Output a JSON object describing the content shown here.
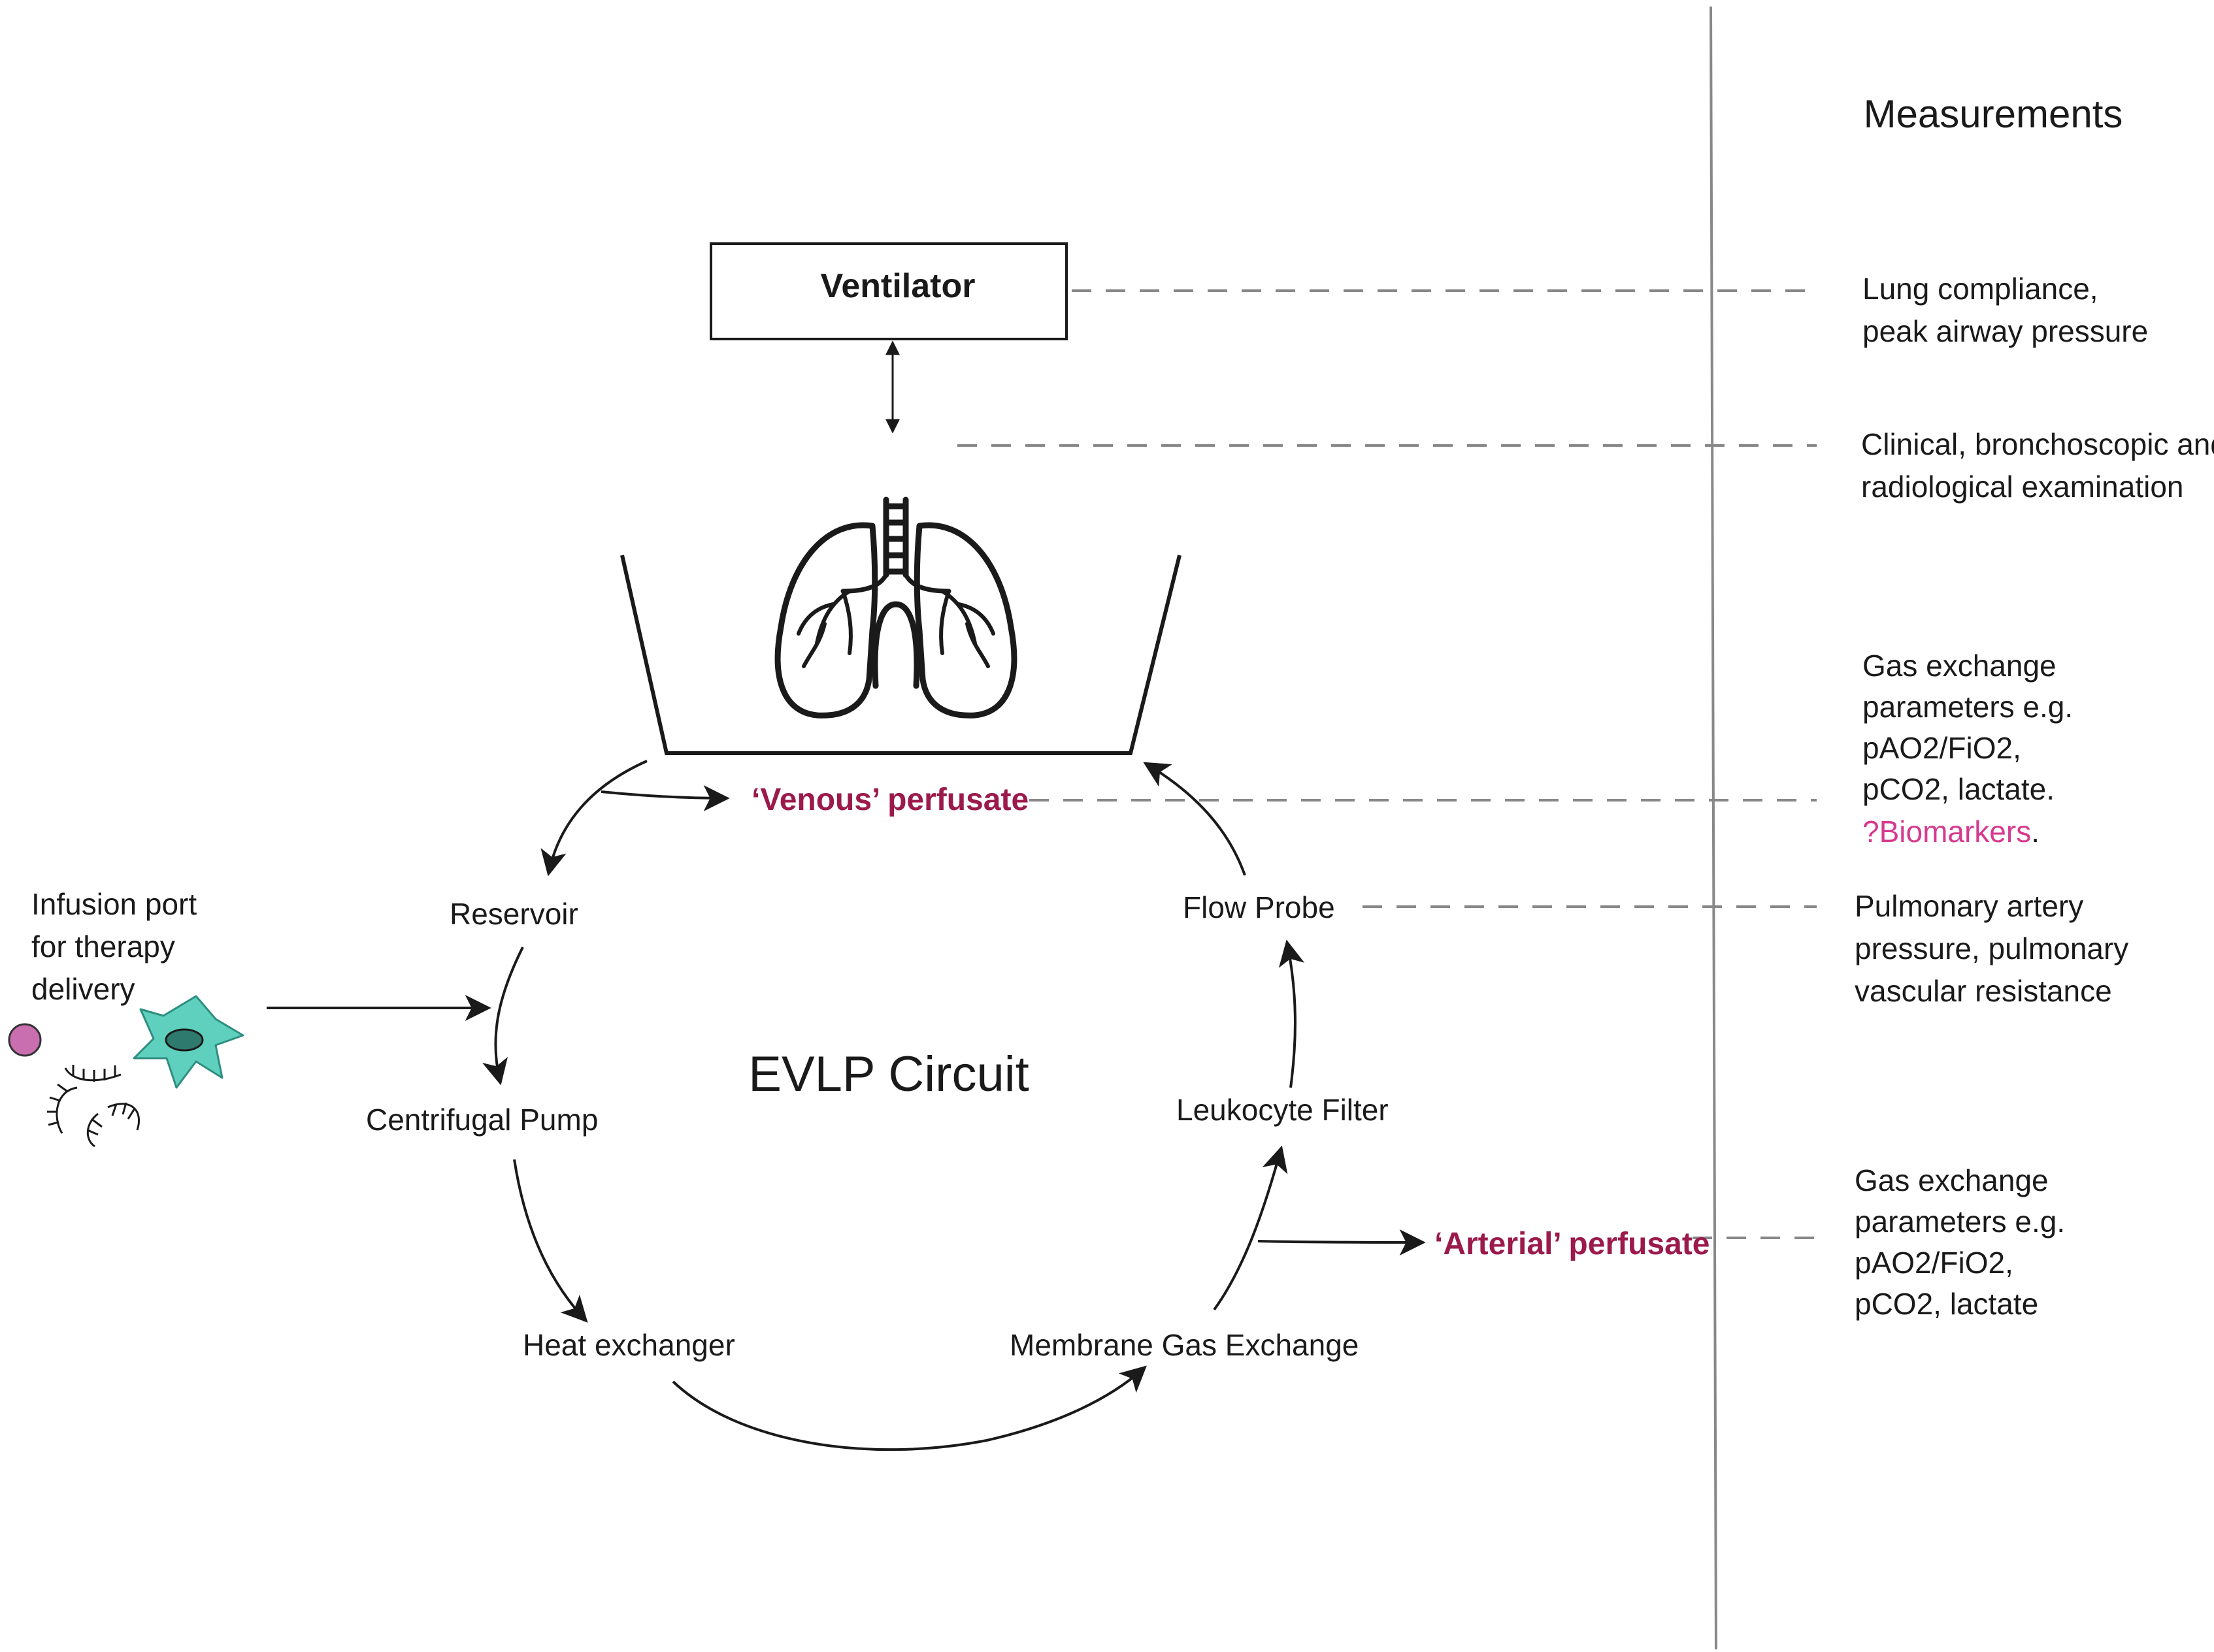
{
  "measurements_header": "Measurements",
  "ventilator": {
    "label": "Ventilator"
  },
  "circuit": {
    "title": "EVLP Circuit",
    "venous_perfusate": "‘Venous’ perfusate",
    "arterial_perfusate": "‘Arterial’ perfusate",
    "components": {
      "reservoir": "Reservoir",
      "centrifugal_pump": "Centrifugal Pump",
      "heat_exchanger": "Heat exchanger",
      "membrane_gas_exchange": "Membrane Gas Exchange",
      "leukocyte_filter": "Leukocyte Filter",
      "flow_probe": "Flow Probe"
    }
  },
  "infusion_port": {
    "lines": [
      "Infusion port",
      "for therapy",
      "delivery"
    ]
  },
  "measurements": {
    "ventilator": [
      "Lung compliance,",
      "peak airway pressure"
    ],
    "examination": [
      "Clinical, bronchoscopic and",
      "radiological examination"
    ],
    "venous": {
      "lines": [
        "Gas exchange",
        "parameters e.g.",
        "pAO2/FiO2,",
        "pCO2, lactate."
      ],
      "biomarkers": "?Biomarkers",
      "biomarkers_suffix": "."
    },
    "flow_probe": [
      "Pulmonary artery",
      "pressure, pulmonary",
      "vascular resistance"
    ],
    "arterial": [
      "Gas exchange",
      "parameters e.g.",
      "pAO2/FiO2,",
      "pCO2, lactate"
    ]
  },
  "colors": {
    "ink": "#1a1a1a",
    "perfusate": "#9b1a4b",
    "biomarker": "#d63a8f",
    "cell": "#5fd0bd",
    "molecule": "#c96fb0"
  },
  "icons": {
    "lungs": "lungs-icon",
    "cell": "cell-icon",
    "molecule": "molecule-icon",
    "nucleic_acid": "nucleic-acid-icon"
  }
}
